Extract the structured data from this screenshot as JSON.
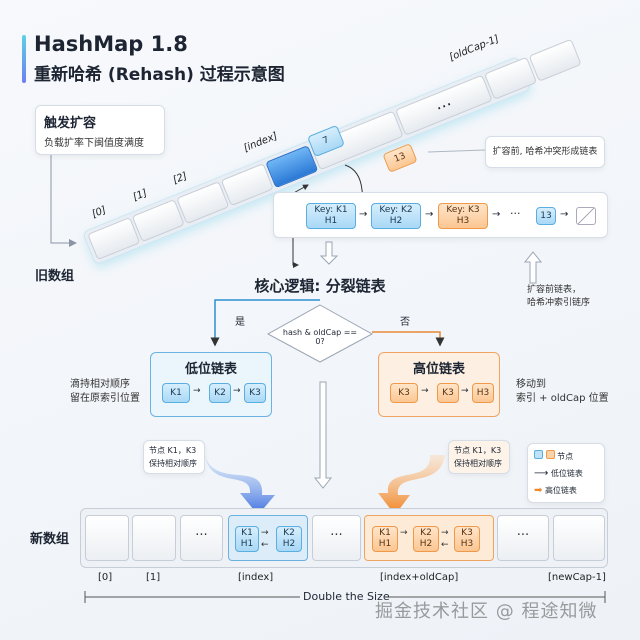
{
  "title": "HashMap 1.8",
  "subtitle": "重新哈希 (Rehash) 过程示意图",
  "trigger": {
    "title": "触发扩容",
    "desc": "负载扩率下闽值度满度"
  },
  "old_array": {
    "label": "旧数组",
    "indices": [
      "[0]",
      "[1]",
      "[2]",
      "[index]",
      "[oldCap-1]"
    ],
    "ellipsis": "…"
  },
  "collision": {
    "node7": "7",
    "node13": "13",
    "callout": "扩容前, 哈希冲突形成链表"
  },
  "chain": {
    "nodes": [
      {
        "key": "Key: K1",
        "hash": "H1",
        "color": "blue"
      },
      {
        "key": "Key: K2",
        "hash": "H2",
        "color": "blue"
      },
      {
        "key": "Key: K3",
        "hash": "H3",
        "color": "orange"
      }
    ],
    "ellipsis": "···",
    "last": "13"
  },
  "core_logic": "核心逻辑: 分裂链表",
  "before_chain_note": [
    "扩容前链表，",
    "哈希冲索引链序"
  ],
  "decision": {
    "condition": "hash & oldCap == 0?",
    "yes": "是",
    "no": "否"
  },
  "low_list": {
    "title": "低位链表",
    "nodes": [
      "K1",
      "K2",
      "K3"
    ],
    "note": [
      "滴持相对顺序",
      "留在原索引位置"
    ],
    "callout": [
      "节点 K1，K3",
      "保持相对顺序"
    ]
  },
  "high_list": {
    "title": "高位链表",
    "nodes": [
      "K3",
      "K3",
      "H3"
    ],
    "note": [
      "移动到",
      "索引 + oldCap 位置"
    ],
    "callout": [
      "节点 K1，K3",
      "保持相对顺序"
    ]
  },
  "legend": {
    "node": "节点",
    "low": "低位链表",
    "high": "高位链表"
  },
  "new_array": {
    "label": "新数组",
    "ellipsis": "···",
    "low_nodes": [
      [
        "K1",
        "H1"
      ],
      [
        "K2",
        "H2"
      ]
    ],
    "high_nodes": [
      [
        "K1",
        "H1"
      ],
      [
        "K2",
        "H2"
      ],
      [
        "K3",
        "H3"
      ]
    ],
    "indices": [
      "[0]",
      "[1]",
      "[index]",
      "[index+oldCap]",
      "[newCap-1]"
    ]
  },
  "double_label": "Double the Size",
  "watermark": "掘金技术社区 @ 程途知微",
  "colors": {
    "blue": "#4a9fe0",
    "orange": "#f08a30",
    "accent": "#6b7ff0"
  }
}
